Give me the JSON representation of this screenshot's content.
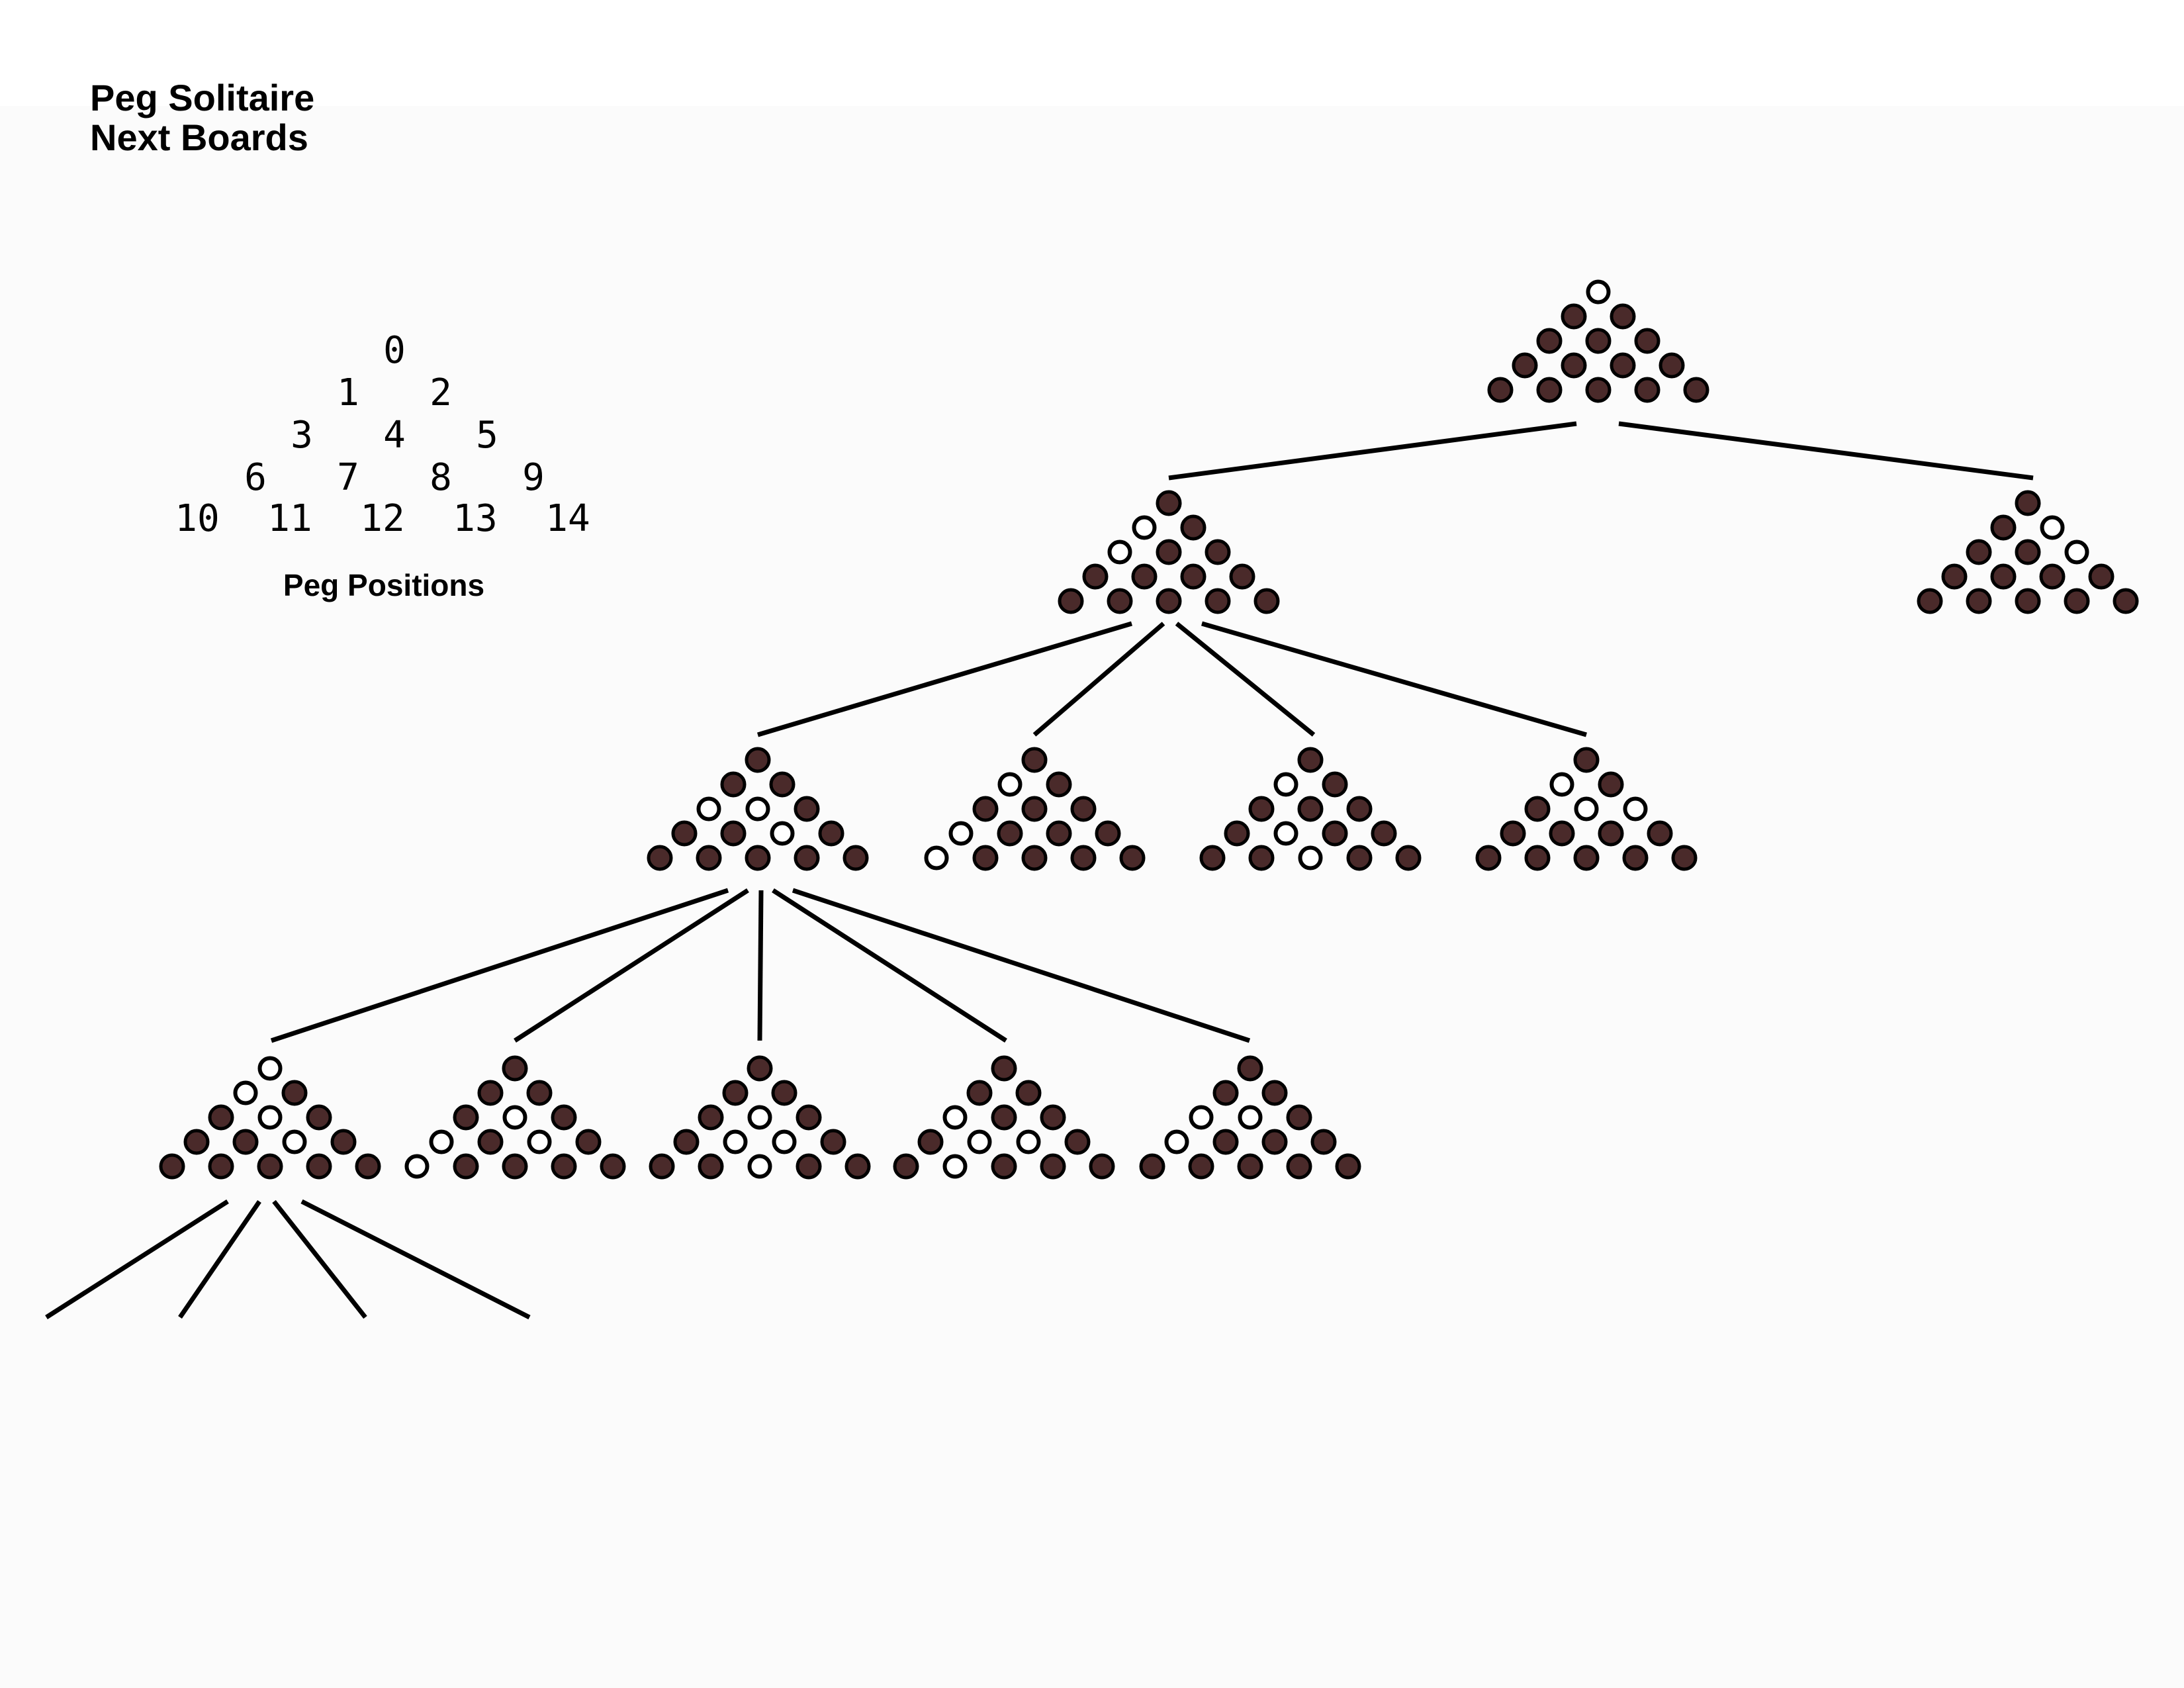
{
  "title": {
    "line1": "Peg Solitaire",
    "line2": "Next Boards"
  },
  "legend": {
    "caption": "Peg Positions",
    "positions": [
      "0",
      "1",
      "2",
      "3",
      "4",
      "5",
      "6",
      "7",
      "8",
      "9",
      "10",
      "11",
      "12",
      "13",
      "14"
    ]
  },
  "colors": {
    "peg": "#4a2a2a",
    "empty": "#ffffff",
    "outline": "#000000",
    "edge": "#000000"
  },
  "boards": [
    {
      "id": "root",
      "empty": [
        0
      ]
    },
    {
      "id": "level1-a",
      "empty": [
        1,
        3
      ]
    },
    {
      "id": "level1-b",
      "empty": [
        2,
        5
      ]
    },
    {
      "id": "level2-a",
      "empty": [
        3,
        4,
        8
      ]
    },
    {
      "id": "level2-b",
      "empty": [
        1,
        6,
        10
      ]
    },
    {
      "id": "level2-c",
      "empty": [
        1,
        7,
        12
      ]
    },
    {
      "id": "level2-d",
      "empty": [
        1,
        4,
        5
      ]
    },
    {
      "id": "level3-a",
      "empty": [
        0,
        1,
        4,
        8
      ]
    },
    {
      "id": "level3-b",
      "empty": [
        4,
        6,
        8,
        10
      ]
    },
    {
      "id": "level3-c",
      "empty": [
        4,
        7,
        8,
        12
      ]
    },
    {
      "id": "level3-d",
      "empty": [
        3,
        7,
        8,
        11
      ]
    },
    {
      "id": "level3-e",
      "empty": [
        3,
        4,
        6
      ]
    }
  ],
  "edges": [
    [
      "root",
      "level1-a"
    ],
    [
      "root",
      "level1-b"
    ],
    [
      "level1-a",
      "level2-a"
    ],
    [
      "level1-a",
      "level2-b"
    ],
    [
      "level1-a",
      "level2-c"
    ],
    [
      "level1-a",
      "level2-d"
    ],
    [
      "level2-a",
      "level3-a"
    ],
    [
      "level2-a",
      "level3-b"
    ],
    [
      "level2-a",
      "level3-c"
    ],
    [
      "level2-a",
      "level3-d"
    ],
    [
      "level2-a",
      "level3-e"
    ]
  ],
  "open_branches": {
    "from": "level3-a",
    "count": 4
  }
}
